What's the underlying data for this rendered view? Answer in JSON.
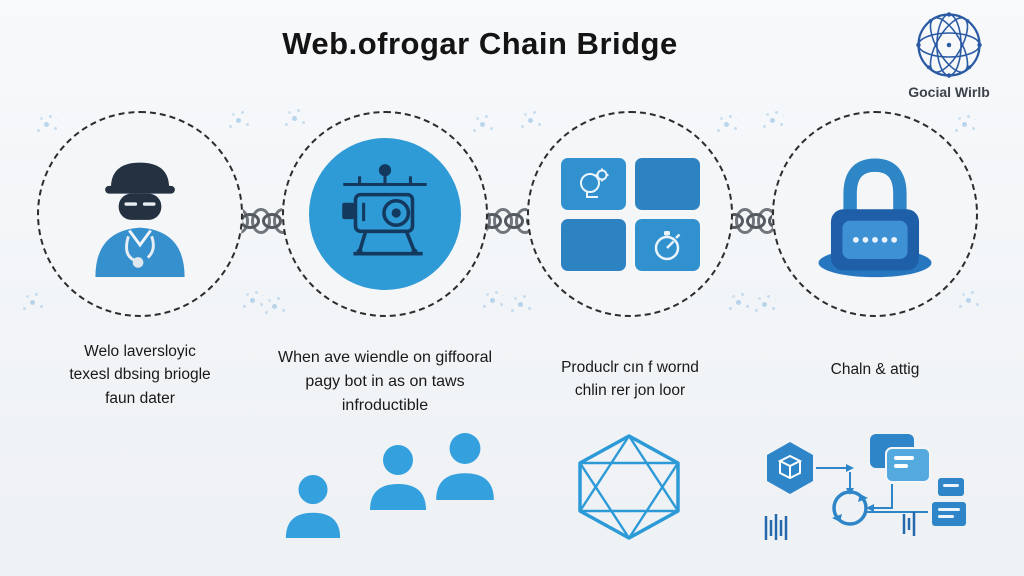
{
  "page": {
    "title": "Web.ofrogar Chain Bridge"
  },
  "logo": {
    "label": "Gocial Wirlb",
    "icon": "globe-mesh-icon"
  },
  "steps": [
    {
      "icon": "doctor-person-icon",
      "caption": "Welo laversloyic\ntexesl dbsing briogle\nfaun dater"
    },
    {
      "icon": "blue-machine-icon",
      "caption": "When ave wiendle on giffooral\npagy bot in as on taws\ninfroductible"
    },
    {
      "icon": "grid-squares-icon",
      "caption": "Produclr cın f wornd\nchlin rer jon loor"
    },
    {
      "icon": "padlock-icon",
      "caption": "Chaln & attig"
    }
  ],
  "bottom_icons": [
    "people-group-icon",
    "hexagon-wireframe-icon",
    "process-flow-icon"
  ],
  "colors": {
    "background": "#f4f6f8",
    "accent_blue": "#2e9ad6",
    "dark_blue": "#1f5fa8",
    "navy_lineart": "#14395e",
    "chain_gray": "#6e7479",
    "text_dark": "#191919",
    "logo_navy": "#2a5aa4",
    "speckle_blue": "#7db4de"
  }
}
